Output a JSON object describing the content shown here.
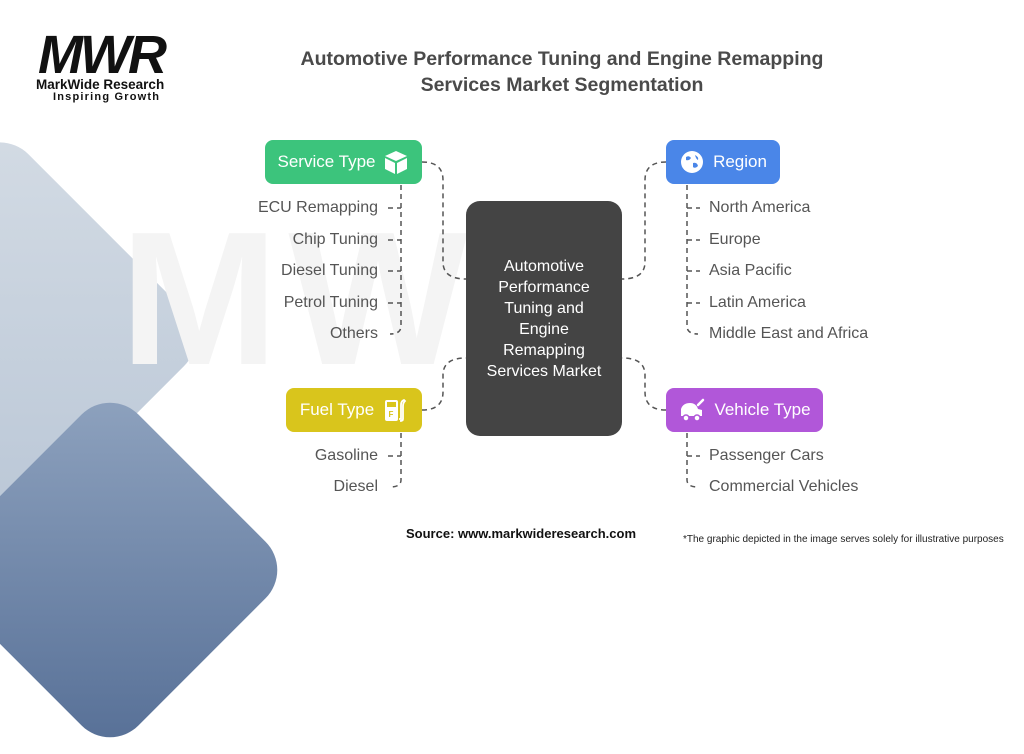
{
  "logo": {
    "mark": "MWR",
    "name": "MarkWide Research",
    "tagline": "Inspiring Growth"
  },
  "title": "Automotive Performance Tuning and Engine Remapping Services Market Segmentation",
  "center": "Automotive Performance Tuning and Engine Remapping Services Market",
  "segments": {
    "service_type": {
      "label": "Service Type",
      "icon": "cube-icon",
      "color": "#3cc47c",
      "items": [
        "ECU Remapping",
        "Chip Tuning",
        "Diesel Tuning",
        "Petrol Tuning",
        "Others"
      ]
    },
    "region": {
      "label": "Region",
      "icon": "globe-icon",
      "color": "#4a86e8",
      "items": [
        "North America",
        "Europe",
        "Asia Pacific",
        "Latin America",
        "Middle East and Africa"
      ]
    },
    "fuel_type": {
      "label": "Fuel Type",
      "icon": "fuel-pump-icon",
      "color": "#d9c51c",
      "items": [
        "Gasoline",
        "Diesel"
      ]
    },
    "vehicle_type": {
      "label": "Vehicle Type",
      "icon": "car-repair-icon",
      "color": "#b157d9",
      "items": [
        "Passenger Cars",
        "Commercial Vehicles"
      ]
    }
  },
  "footer": {
    "source": "Source: www.markwideresearch.com",
    "note": "*The graphic depicted in the image serves solely for illustrative purposes"
  }
}
